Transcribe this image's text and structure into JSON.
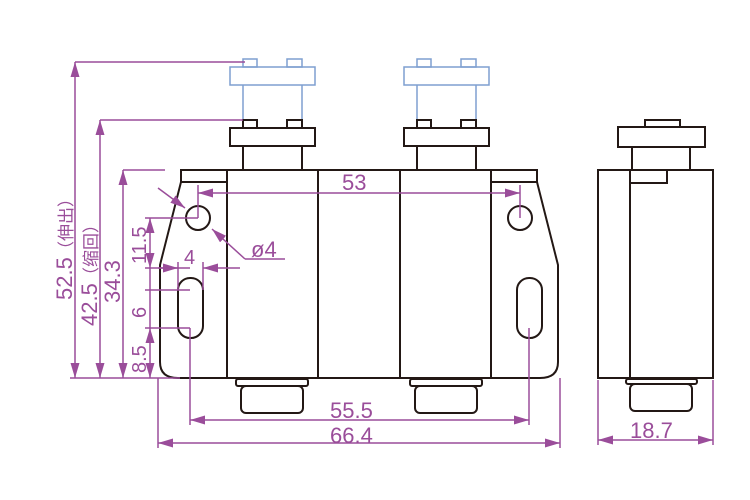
{
  "title": "Dual push latch dimension drawing",
  "colors": {
    "outline": "#231815",
    "dimension": "#9a4d9a",
    "extended_ghost": "#7f9fd0"
  },
  "dimensions": {
    "height_extended": "52.5",
    "extended_note": "（伸出）",
    "height_retracted": "42.5",
    "retracted_note": "（缩回）",
    "body_height": "34.3",
    "hole_to_slot": "11.5",
    "slot_length": "6",
    "slot_to_bottom": "8.5",
    "hole_spacing": "53",
    "hole_diameter": "ø4",
    "slot_width": "4",
    "slot_spacing": "55.5",
    "overall_width": "66.4",
    "depth": "18.7"
  }
}
